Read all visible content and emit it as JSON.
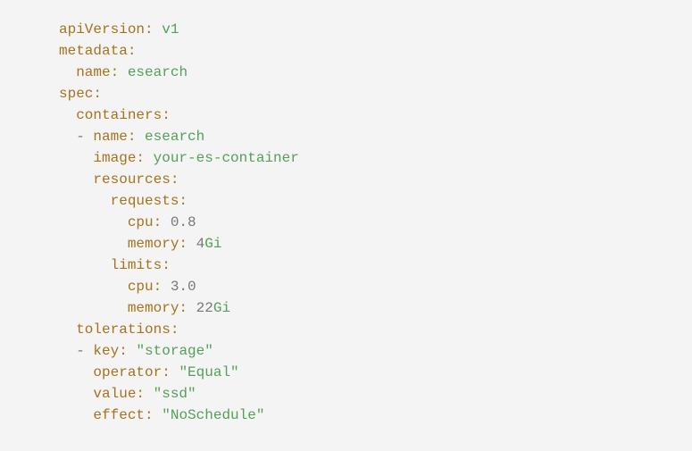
{
  "page": {
    "background": "#f4f4f4"
  },
  "colors": {
    "key": "#a5731e",
    "string": "#53a158",
    "number": "#777777",
    "punctuation": "#777777"
  },
  "code": {
    "language": "yaml",
    "lines": [
      [
        [
          "plain",
          ""
        ],
        [
          "key",
          "apiVersion:"
        ],
        [
          "plain",
          " "
        ],
        [
          "string",
          "v1"
        ]
      ],
      [
        [
          "key",
          "metadata:"
        ]
      ],
      [
        [
          "plain",
          "  "
        ],
        [
          "key",
          "name:"
        ],
        [
          "plain",
          " "
        ],
        [
          "string",
          "esearch"
        ]
      ],
      [
        [
          "key",
          "spec:"
        ]
      ],
      [
        [
          "plain",
          "  "
        ],
        [
          "key",
          "containers:"
        ]
      ],
      [
        [
          "plain",
          "  "
        ],
        [
          "punct",
          "-"
        ],
        [
          "plain",
          " "
        ],
        [
          "key",
          "name:"
        ],
        [
          "plain",
          " "
        ],
        [
          "string",
          "esearch"
        ]
      ],
      [
        [
          "plain",
          "    "
        ],
        [
          "key",
          "image:"
        ],
        [
          "plain",
          " "
        ],
        [
          "string",
          "your-es-container"
        ]
      ],
      [
        [
          "plain",
          "    "
        ],
        [
          "key",
          "resources:"
        ]
      ],
      [
        [
          "plain",
          "      "
        ],
        [
          "key",
          "requests:"
        ]
      ],
      [
        [
          "plain",
          "        "
        ],
        [
          "key",
          "cpu:"
        ],
        [
          "plain",
          " "
        ],
        [
          "number",
          "0.8"
        ]
      ],
      [
        [
          "plain",
          "        "
        ],
        [
          "key",
          "memory:"
        ],
        [
          "plain",
          " "
        ],
        [
          "number",
          "4"
        ],
        [
          "string",
          "Gi"
        ]
      ],
      [
        [
          "plain",
          "      "
        ],
        [
          "key",
          "limits:"
        ]
      ],
      [
        [
          "plain",
          "        "
        ],
        [
          "key",
          "cpu:"
        ],
        [
          "plain",
          " "
        ],
        [
          "number",
          "3.0"
        ]
      ],
      [
        [
          "plain",
          "        "
        ],
        [
          "key",
          "memory:"
        ],
        [
          "plain",
          " "
        ],
        [
          "number",
          "22"
        ],
        [
          "string",
          "Gi"
        ]
      ],
      [
        [
          "plain",
          "  "
        ],
        [
          "key",
          "tolerations:"
        ]
      ],
      [
        [
          "plain",
          "  "
        ],
        [
          "punct",
          "-"
        ],
        [
          "plain",
          " "
        ],
        [
          "key",
          "key:"
        ],
        [
          "plain",
          " "
        ],
        [
          "string",
          "\"storage\""
        ]
      ],
      [
        [
          "plain",
          "    "
        ],
        [
          "key",
          "operator:"
        ],
        [
          "plain",
          " "
        ],
        [
          "string",
          "\"Equal\""
        ]
      ],
      [
        [
          "plain",
          "    "
        ],
        [
          "key",
          "value:"
        ],
        [
          "plain",
          " "
        ],
        [
          "string",
          "\"ssd\""
        ]
      ],
      [
        [
          "plain",
          "    "
        ],
        [
          "key",
          "effect:"
        ],
        [
          "plain",
          " "
        ],
        [
          "string",
          "\"NoSchedule\""
        ]
      ]
    ]
  }
}
